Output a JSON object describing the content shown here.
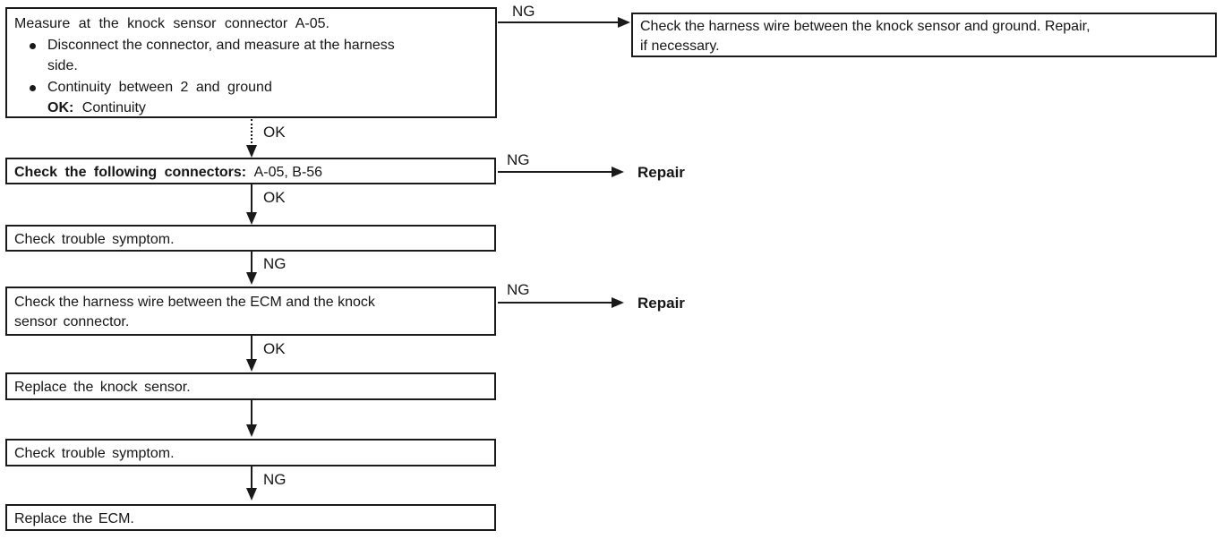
{
  "labels": {
    "ng": "NG",
    "ok": "OK",
    "repair": "Repair"
  },
  "nodes": {
    "measure": {
      "title": "Measure at the knock sensor connector A-05.",
      "bullet1_lines": [
        "Disconnect the connector, and measure at the harness",
        "side."
      ],
      "bullet2": "Continuity between 2 and ground",
      "ok_key": "OK:",
      "ok_value": "Continuity"
    },
    "harness_ground_lines": [
      "Check the harness wire between the knock sensor and ground. Repair,",
      "if  necessary."
    ],
    "check_connectors": {
      "label": "Check the following connectors:",
      "value": "A-05, B-56"
    },
    "check_trouble_1": "Check trouble symptom.",
    "harness_ecm_lines": [
      "Check the harness wire between the ECM and the knock",
      "sensor connector."
    ],
    "replace_knock_sensor": "Replace the knock sensor.",
    "check_trouble_2": "Check trouble symptom.",
    "replace_ecm": "Replace the ECM."
  },
  "colors": {
    "ink": "#1a1a1a",
    "background": "#ffffff"
  }
}
